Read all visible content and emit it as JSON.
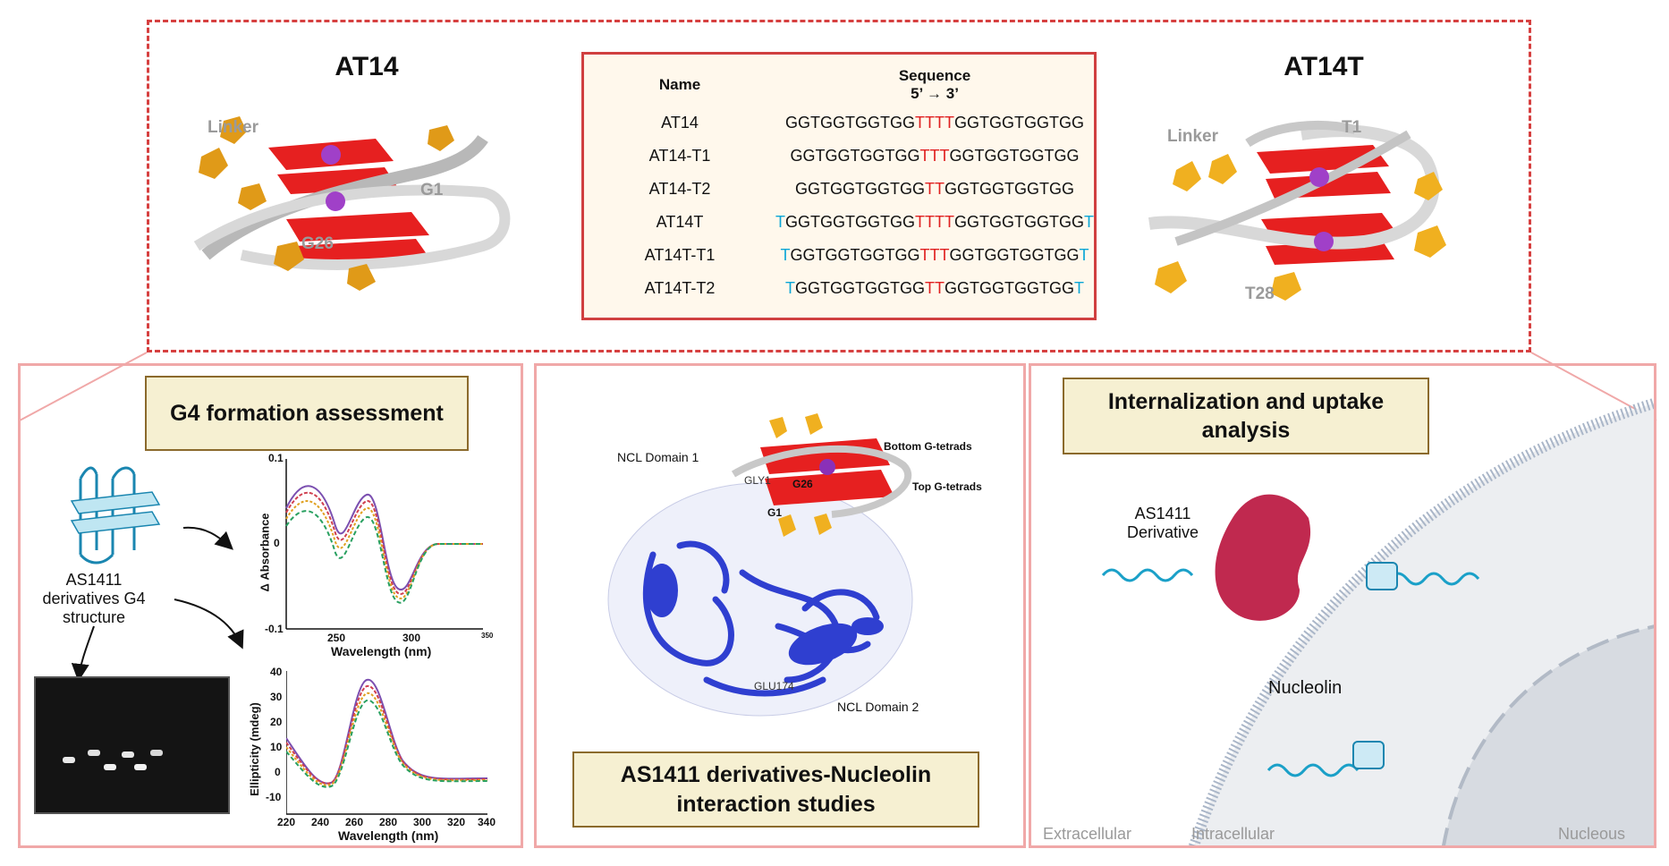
{
  "top": {
    "left_structure": {
      "title": "AT14",
      "labels": [
        "Linker",
        "G1",
        "G26"
      ]
    },
    "right_structure": {
      "title": "AT14T",
      "labels": [
        "Linker",
        "T1",
        "T28"
      ]
    },
    "table": {
      "header_name": "Name",
      "header_sequence": "Sequence",
      "header_direction": "5’ → 3’",
      "rows": [
        {
          "name": "AT14",
          "pre": "",
          "core1": "GGTGGTGGTGG",
          "loop": "TTTT",
          "core2": "GGTGGTGGTGG",
          "post": ""
        },
        {
          "name": "AT14-T1",
          "pre": "",
          "core1": "GGTGGTGGTGG",
          "loop": "TTT",
          "core2": "GGTGGTGGTGG",
          "post": ""
        },
        {
          "name": "AT14-T2",
          "pre": "",
          "core1": "GGTGGTGGTGG",
          "loop": "TT",
          "core2": "GGTGGTGGTGG",
          "post": ""
        },
        {
          "name": "AT14T",
          "pre": "T",
          "core1": "GGTGGTGGTGG",
          "loop": "TTTT",
          "core2": "GGTGGTGGTGG",
          "post": "T"
        },
        {
          "name": "AT14T-T1",
          "pre": "T",
          "core1": "GGTGGTGGTGG",
          "loop": "TTT",
          "core2": "GGTGGTGGTGG",
          "post": "T"
        },
        {
          "name": "AT14T-T2",
          "pre": "T",
          "core1": "GGTGGTGGTGG",
          "loop": "TT",
          "core2": "GGTGGTGGTGG",
          "post": "T"
        }
      ]
    }
  },
  "left_panel": {
    "title": "G4 formation assessment",
    "derivatives_label": "AS1411 derivatives G4 structure",
    "chart1": {
      "ylabel": "Δ Absorbance",
      "xlabel": "Wavelength (nm)",
      "yticks": [
        "0.1",
        "0",
        "-0.1"
      ],
      "xticks": [
        "250",
        "300",
        "350"
      ]
    },
    "chart2": {
      "ylabel": "Ellipticity (mdeg)",
      "xlabel": "Wavelength (nm)",
      "yticks": [
        "40",
        "30",
        "20",
        "10",
        "0",
        "-10"
      ],
      "xticks": [
        "220",
        "240",
        "260",
        "280",
        "300",
        "320",
        "340"
      ]
    }
  },
  "middle_panel": {
    "title": "AS1411 derivatives-Nucleolin interaction studies",
    "labels": {
      "domain1": "NCL Domain 1",
      "domain2": "NCL Domain 2",
      "gly1": "GLY1",
      "g26": "G26",
      "g1": "G1",
      "glu174": "GLU174",
      "bottom": "Bottom G-tetrads",
      "top": "Top G-tetrads"
    }
  },
  "right_panel": {
    "title": "Internalization and uptake analysis",
    "derivative_label": "AS1411 Derivative",
    "nucleolin_label": "Nucleolin",
    "extracellular": "Extracellular",
    "intracellular": "Intracellular",
    "nucleous": "Nucleous"
  },
  "colors": {
    "accent_red": "#d64040",
    "panel_pink": "#f0a8a8",
    "title_bg": "#f6f0d2",
    "protein_blue": "#2f3fd0",
    "dna_cyan": "#1aa0c8",
    "nucleolin": "#c0294f"
  }
}
